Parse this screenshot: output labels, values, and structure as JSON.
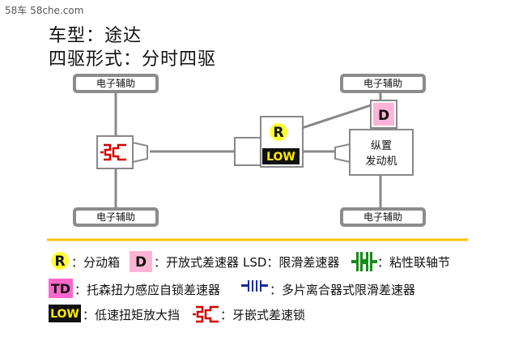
{
  "watermark": "58车 58che.com",
  "title": {
    "model": "车型：途达",
    "drive_type": "四驱形式：分时四驱"
  },
  "diagram": {
    "wheel_label": "电子辅助",
    "engine_label_line1": "纵置",
    "engine_label_line2": "发动机",
    "transfer_case_symbol": "R",
    "low_range_symbol": "LOW",
    "diff_symbol": "D"
  },
  "legend": {
    "r_symbol": "R",
    "r_text": "：分动箱",
    "d_symbol": "D",
    "d_text": "：开放式差速器",
    "lsd_text": "LSD：限滑差速器",
    "viscous_text": "：粘性联轴节",
    "td_symbol": "TD",
    "td_text": "：托森扭力感应自锁差速器",
    "multiplate_text": "：多片离合器式限滑差速器",
    "low_symbol": "LOW",
    "low_text": "：低速扭矩放大挡",
    "locker_text": "：牙嵌式差速锁"
  },
  "colors": {
    "wheel": "#8c8c8c",
    "r_badge": "#ffff33",
    "d_badge": "#ffb3d6",
    "low_badge": "#111111",
    "low_text": "#ffeb00",
    "locker": "#d40000",
    "viscous": "#1a8a1a",
    "multiplate": "#1a2a9e",
    "divider": "#ffc000"
  }
}
